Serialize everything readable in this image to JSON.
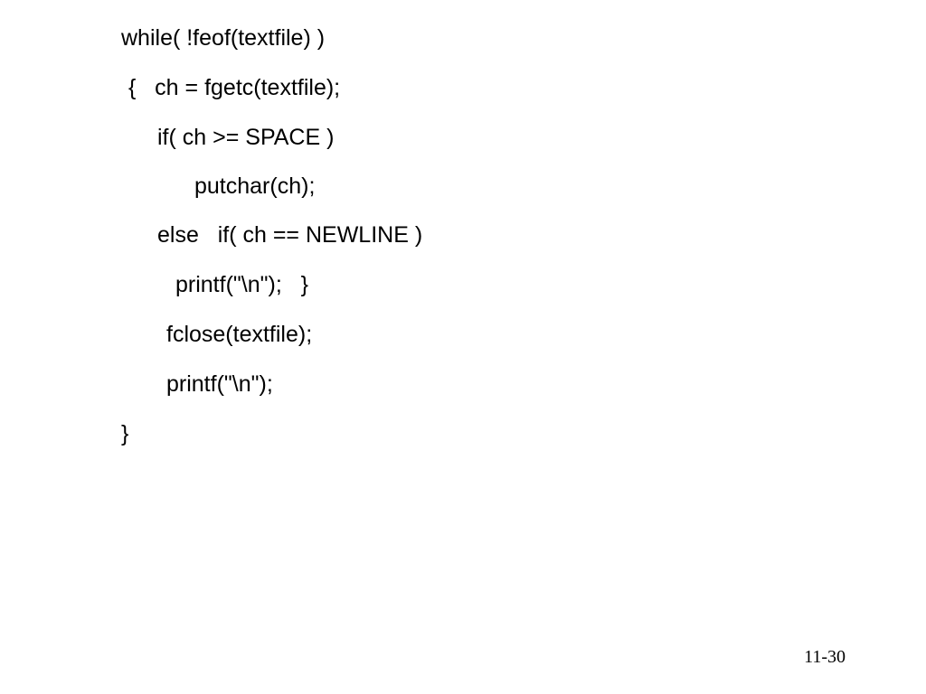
{
  "slide": {
    "code_lines": [
      "while( !feof(textfile) )",
      "{   ch = fgetc(textfile);",
      "if( ch >= SPACE )",
      "putchar(ch);",
      "else   if( ch == NEWLINE )",
      "printf(\"\\n\");   }",
      "fclose(textfile);",
      "printf(\"\\n\");",
      "}"
    ],
    "page_number": "11-30"
  }
}
